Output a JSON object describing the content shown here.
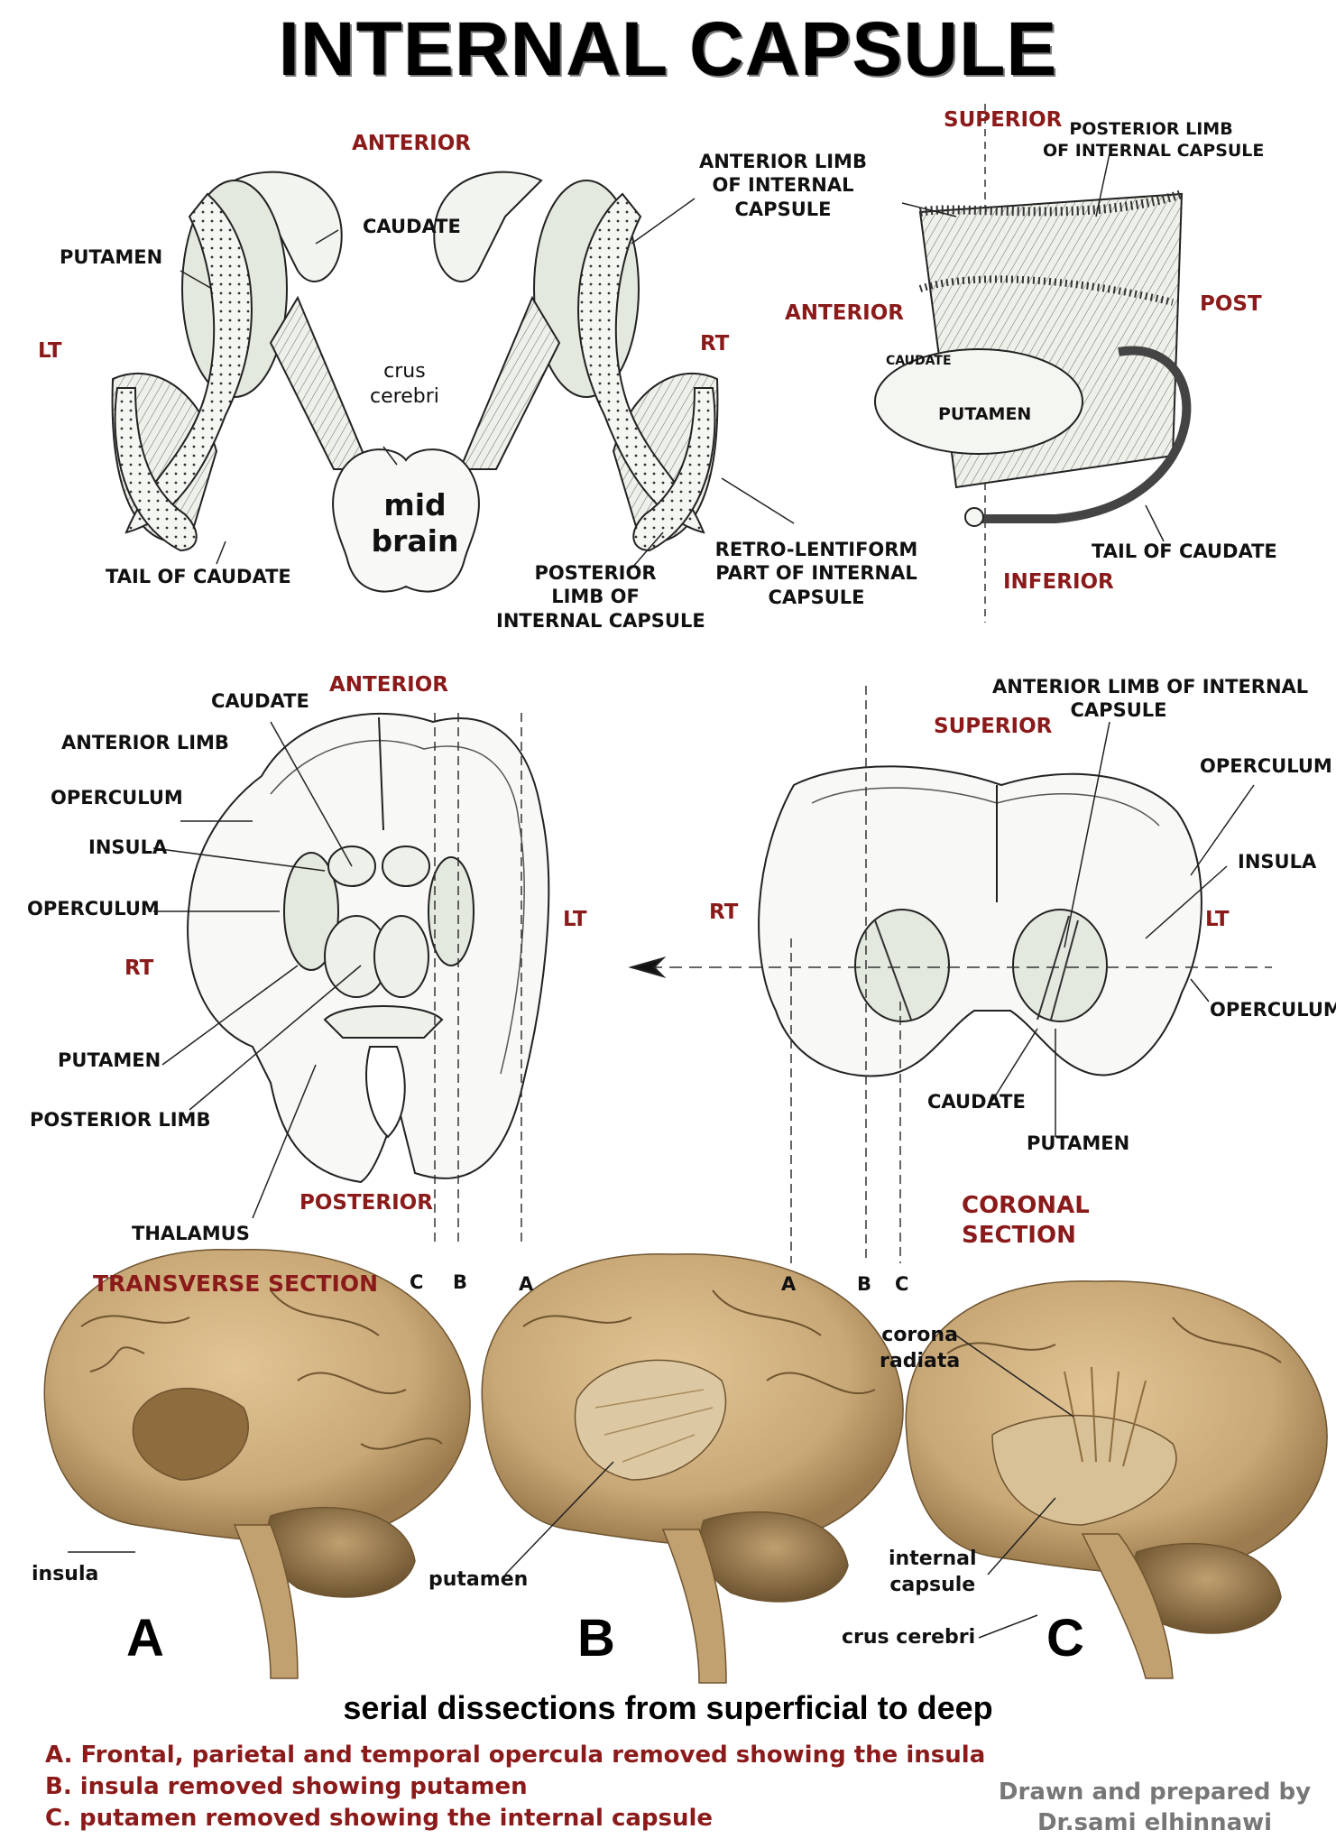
{
  "title": "INTERNAL CAPSULE",
  "top_left": {
    "anterior": "ANTERIOR",
    "lt": "LT",
    "rt": "RT",
    "putamen": "PUTAMEN",
    "caudate": "CAUDATE",
    "crus_cerebri": "crus\ncerebri",
    "mid_brain": "mid\nbrain",
    "tail_of_caudate": "TAIL OF CAUDATE",
    "posterior_limb": "POSTERIOR\nLIMB OF\nINTERNAL CAPSULE",
    "anterior_limb": "ANTERIOR LIMB\nOF INTERNAL\nCAPSULE",
    "retro_lentiform": "RETRO-LENTIFORM\nPART OF INTERNAL\nCAPSULE"
  },
  "top_right": {
    "superior": "SUPERIOR",
    "posterior_limb": "POSTERIOR LIMB\nOF INTERNAL CAPSULE",
    "anterior": "ANTERIOR",
    "post": "POST",
    "caudate": "CAUDATE",
    "putamen": "PUTAMEN",
    "tail_of_caudate": "TAIL OF CAUDATE",
    "inferior": "INFERIOR"
  },
  "transverse": {
    "anterior": "ANTERIOR",
    "caudate": "CAUDATE",
    "anterior_limb": "ANTERIOR LIMB",
    "operculum1": "OPERCULUM",
    "insula": "INSULA",
    "operculum2": "OPERCULUM",
    "rt": "RT",
    "lt": "LT",
    "putamen": "PUTAMEN",
    "posterior_limb": "POSTERIOR LIMB",
    "thalamus": "THALAMUS",
    "posterior": "POSTERIOR",
    "caption": "TRANSVERSE SECTION",
    "c": "C",
    "b": "B",
    "a": "A"
  },
  "coronal": {
    "anterior_limb": "ANTERIOR LIMB OF INTERNAL\nCAPSULE",
    "superior": "SUPERIOR",
    "operculum1": "OPERCULUM",
    "insula": "INSULA",
    "rt": "RT",
    "lt": "LT",
    "operculum2": "OPERCULUM",
    "caudate": "CAUDATE",
    "putamen": "PUTAMEN",
    "caption": "CORONAL\nSECTION",
    "a": "A",
    "b": "B",
    "c": "C"
  },
  "photos": {
    "insula": "insula",
    "putamen": "putamen",
    "corona_radiata": "corona\nradiata",
    "internal_capsule": "internal\ncapsule",
    "crus_cerebri": "crus cerebri",
    "letter_a": "A",
    "letter_b": "B",
    "letter_c": "C"
  },
  "serial_title": "serial dissections from superficial to deep",
  "captions": [
    "A. Frontal, parietal and temporal opercula removed showing the insula",
    "B.  insula removed showing putamen",
    "C. putamen removed showing the internal capsule"
  ],
  "credit": "Drawn and prepared by\nDr.sami elhinnawi",
  "colors": {
    "direction": "#8b1a1a",
    "brain_tissue": "#c9a877",
    "drawing_fill": "#eef1ea"
  }
}
